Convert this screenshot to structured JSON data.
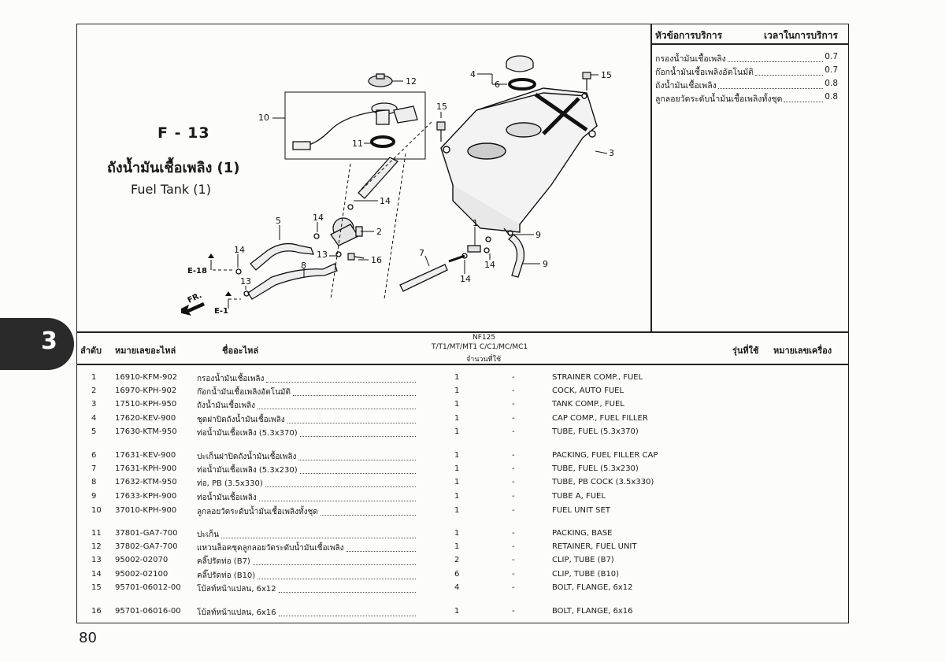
{
  "figure": {
    "code": "F - 13",
    "title_th": "ถังน้ำมันเชื้อเพลิง (1)",
    "title_en": "Fuel Tank (1)",
    "callouts": [
      "1",
      "2",
      "3",
      "4",
      "5",
      "6",
      "7",
      "8",
      "9",
      "10",
      "11",
      "12",
      "13",
      "13",
      "14",
      "14",
      "14",
      "14",
      "14",
      "15",
      "15",
      "16"
    ],
    "refs": [
      "E-18",
      "E-1",
      "FR."
    ]
  },
  "service": {
    "header_topic": "หัวข้อการบริการ",
    "header_time": "เวลาในการบริการ",
    "rows": [
      {
        "name": "กรองน้ำมันเชื้อเพลิง",
        "time": "0.7"
      },
      {
        "name": "ก๊อกน้ำมันเชื้อเพลิงอัตโนมัติ",
        "time": "0.7"
      },
      {
        "name": "ถังน้ำมันเชื้อเพลิง",
        "time": "0.8"
      },
      {
        "name": "ลูกลอยวัดระดับน้ำมันเชื้อเพลิงทั้งชุด",
        "time": "0.8"
      }
    ]
  },
  "section_tab": "3",
  "table": {
    "h_no": "ลำดับ",
    "h_part": "หมายเลขอะไหล่",
    "h_name": "ชื่ออะไหล่",
    "h_model": "NF125",
    "h_variants": "T/T1/MT/MT1  C/C1/MC/MC1",
    "h_qty": "จำนวนที่ใช้",
    "h_used": "รุ่นที่ใช้",
    "h_engine": "หมายเลขเครื่อง",
    "rows": [
      {
        "no": "1",
        "part": "16910-KFM-902",
        "th": "กรองน้ำมันเชื้อเพลิง",
        "q1": "1",
        "q2": "-",
        "en": "STRAINER COMP., FUEL"
      },
      {
        "no": "2",
        "part": "16970-KPH-902",
        "th": "ก๊อกน้ำมันเชื้อเพลิงอัตโนมัติ",
        "q1": "1",
        "q2": "-",
        "en": "COCK, AUTO FUEL"
      },
      {
        "no": "3",
        "part": "17510-KPH-950",
        "th": "ถังน้ำมันเชื้อเพลิง",
        "q1": "1",
        "q2": "-",
        "en": "TANK COMP., FUEL"
      },
      {
        "no": "4",
        "part": "17620-KEV-900",
        "th": "ชุดฝาปิดถังน้ำมันเชื้อเพลิง",
        "q1": "1",
        "q2": "-",
        "en": "CAP COMP., FUEL FILLER"
      },
      {
        "no": "5",
        "part": "17630-KTM-950",
        "th": "ท่อน้ำมันเชื้อเพลิง (5.3x370)",
        "q1": "1",
        "q2": "-",
        "en": "TUBE, FUEL (5.3x370)"
      },
      {
        "no": "6",
        "part": "17631-KEV-900",
        "th": "ปะเก็นฝาปิดถังน้ำมันเชื้อเพลิง",
        "q1": "1",
        "q2": "-",
        "en": "PACKING, FUEL FILLER CAP"
      },
      {
        "no": "7",
        "part": "17631-KPH-900",
        "th": "ท่อน้ำมันเชื้อเพลิง (5.3x230)",
        "q1": "1",
        "q2": "-",
        "en": "TUBE, FUEL (5.3x230)"
      },
      {
        "no": "8",
        "part": "17632-KTM-950",
        "th": "ท่อ, PB (3.5x330)",
        "q1": "1",
        "q2": "-",
        "en": "TUBE, PB COCK (3.5x330)"
      },
      {
        "no": "9",
        "part": "17633-KPH-900",
        "th": "ท่อน้ำมันเชื้อเพลิง",
        "q1": "1",
        "q2": "-",
        "en": "TUBE A, FUEL"
      },
      {
        "no": "10",
        "part": "37010-KPH-900",
        "th": "ลูกลอยวัดระดับน้ำมันเชื้อเพลิงทั้งชุด",
        "q1": "1",
        "q2": "-",
        "en": "FUEL UNIT SET"
      },
      {
        "no": "11",
        "part": "37801-GA7-700",
        "th": "ปะเก็น",
        "q1": "1",
        "q2": "-",
        "en": "PACKING, BASE"
      },
      {
        "no": "12",
        "part": "37802-GA7-700",
        "th": "แหวนล็อคชุดลูกลอยวัดระดับน้ำมันเชื้อเพลิง",
        "q1": "1",
        "q2": "-",
        "en": "RETAINER, FUEL UNIT"
      },
      {
        "no": "13",
        "part": "95002-02070",
        "th": "คลิ๊ปรัดท่อ (B7)",
        "q1": "2",
        "q2": "-",
        "en": "CLIP, TUBE (B7)"
      },
      {
        "no": "14",
        "part": "95002-02100",
        "th": "คลิ๊ปรัดท่อ (B10)",
        "q1": "6",
        "q2": "-",
        "en": "CLIP, TUBE (B10)"
      },
      {
        "no": "15",
        "part": "95701-06012-00",
        "th": "โบ้ลท์หน้าแปลน, 6x12",
        "q1": "4",
        "q2": "-",
        "en": "BOLT, FLANGE, 6x12"
      },
      {
        "no": "16",
        "part": "95701-06016-00",
        "th": "โบ้ลท์หน้าแปลน, 6x16",
        "q1": "1",
        "q2": "-",
        "en": "BOLT, FLANGE, 6x16"
      }
    ]
  },
  "page_number": "80"
}
